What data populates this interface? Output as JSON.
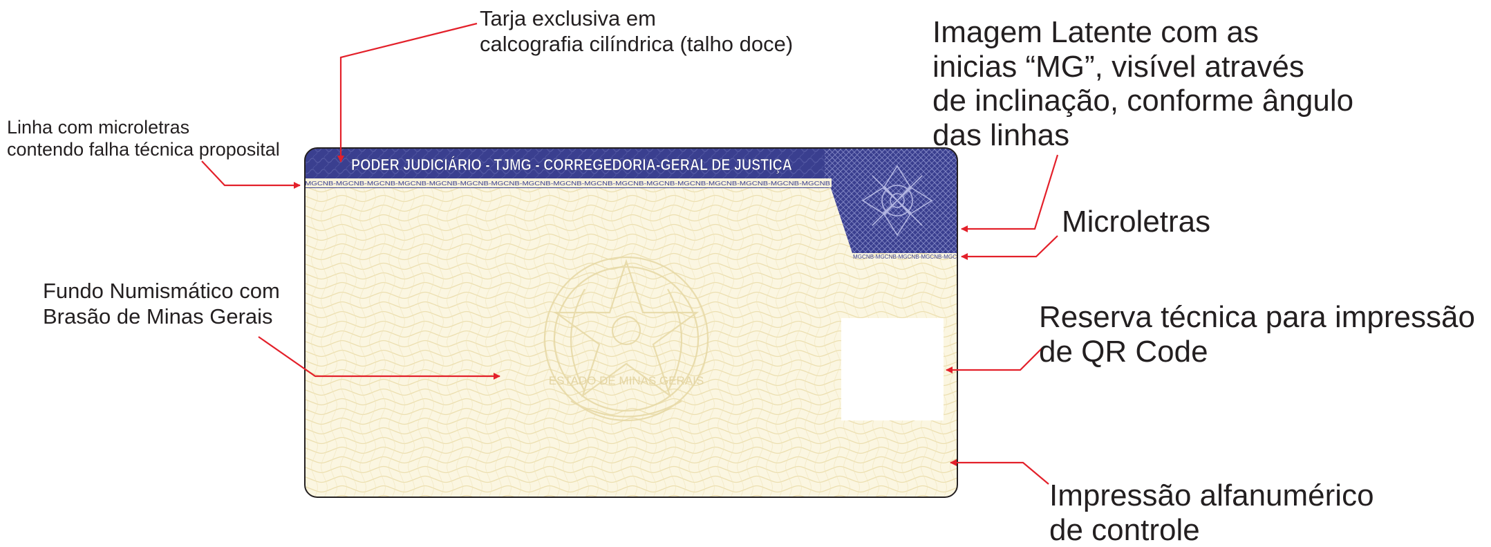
{
  "card": {
    "header_text": "PODER JUDICIÁRIO - TJMG - CORREGEDORIA-GERAL DE JUSTIÇA",
    "microtext": "MGCNB-MGCNB-MGCNB-MGCNB-MGCNB-MGCNB-MGCNB-MGCNB-MGCNB-MGCNB-MGCNB-MGCNB-MGCNB-MGCNB-MGCNB-MGCNB-MGCNB",
    "corner_microtext": "MGCNB-MGCNB-MGCNB-MGCNB-MGC",
    "seal_text": "ESTADO DE MINAS GERAIS"
  },
  "labels": {
    "tarja": [
      "Tarja exclusiva em",
      "calcografia cilíndrica (talho doce)"
    ],
    "linha_microletras": [
      "Linha com microletras",
      "contendo falha técnica proposital"
    ],
    "fundo": [
      "Fundo Numismático com",
      "Brasão de Minas Gerais"
    ],
    "imagem_latente": [
      "Imagem Latente com as",
      "inicias “MG”, visível através",
      "de inclinação, conforme ângulo",
      "das linhas"
    ],
    "microletras": [
      "Microletras"
    ],
    "reserva": [
      "Reserva técnica para impressão",
      "de QR Code"
    ],
    "impressao": [
      "Impressão alfanumérico",
      "de controle"
    ]
  },
  "colors": {
    "card_bg": "#fbf6e1",
    "guilloche": "#efe3b2",
    "header_blue": "#3a3f8f",
    "header_blue_dark": "#262a70",
    "arrow_red": "#e3202a",
    "text": "#231f20"
  }
}
